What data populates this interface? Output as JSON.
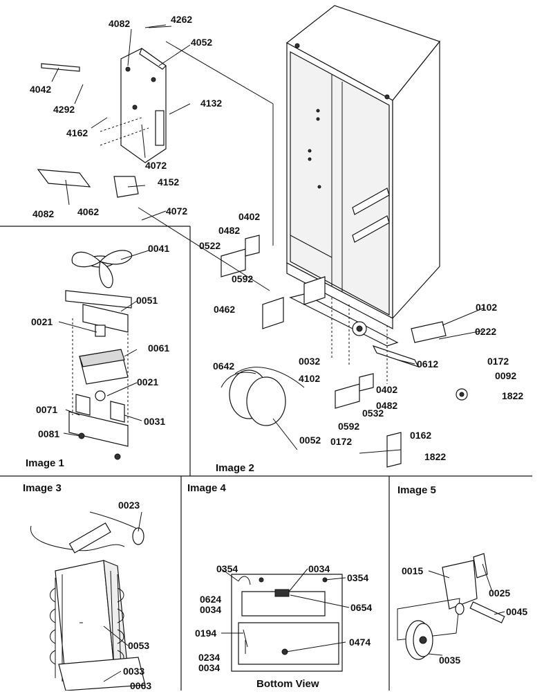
{
  "panel_titles": {
    "image1": "Image 1",
    "image2": "Image 2",
    "image3": "Image 3",
    "image4": "Image 4",
    "image5": "Image 5"
  },
  "captions": {
    "bottom_view": "Bottom View"
  },
  "callouts": {
    "top": [
      "4082",
      "4262",
      "4052",
      "4042",
      "4292",
      "4162",
      "4132",
      "4072",
      "4152",
      "4082",
      "4062",
      "4072"
    ],
    "image1": [
      "0041",
      "0051",
      "0021",
      "0061",
      "0021",
      "0071",
      "0031",
      "0081"
    ],
    "image2": [
      "0402",
      "0482",
      "0522",
      "0592",
      "0462",
      "0102",
      "0222",
      "0032",
      "0612",
      "0172",
      "0642",
      "4102",
      "0402",
      "0092",
      "0482",
      "1822",
      "0592",
      "0532",
      "0052",
      "0172",
      "0162",
      "1822"
    ],
    "image3": [
      "0023",
      "0053",
      "0033",
      "0063"
    ],
    "image4": [
      "0354",
      "0034",
      "0354",
      "0624",
      "0034",
      "0654",
      "0194",
      "0474",
      "0234",
      "0034"
    ],
    "image5": [
      "0015",
      "0025",
      "0045",
      "0035"
    ]
  }
}
